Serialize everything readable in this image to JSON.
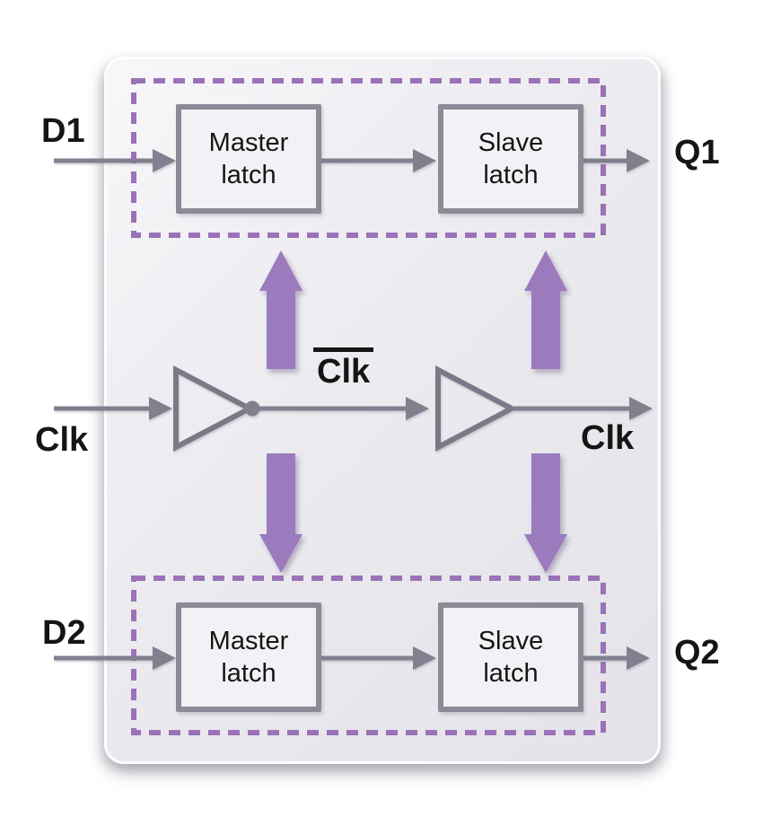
{
  "labels": {
    "d1": "D1",
    "q1": "Q1",
    "d2": "D2",
    "q2": "Q2",
    "clk_in": "Clk",
    "clk_mid_inverted": "Clk",
    "clk_out": "Clk"
  },
  "latches": {
    "top_master": "Master latch",
    "top_slave": "Slave latch",
    "bottom_master": "Master latch",
    "bottom_slave": "Slave latch"
  },
  "colors": {
    "purple_arrow": "#9b7bbe",
    "dashed_outline": "#9a72b8",
    "wire_gray": "#82808e",
    "triangle_gray": "#7b7987",
    "box_border_gray": "#8b8a96",
    "panel_light": "#f8f8fa",
    "panel_dark": "#e4e3e9",
    "text_black": "#151515"
  }
}
